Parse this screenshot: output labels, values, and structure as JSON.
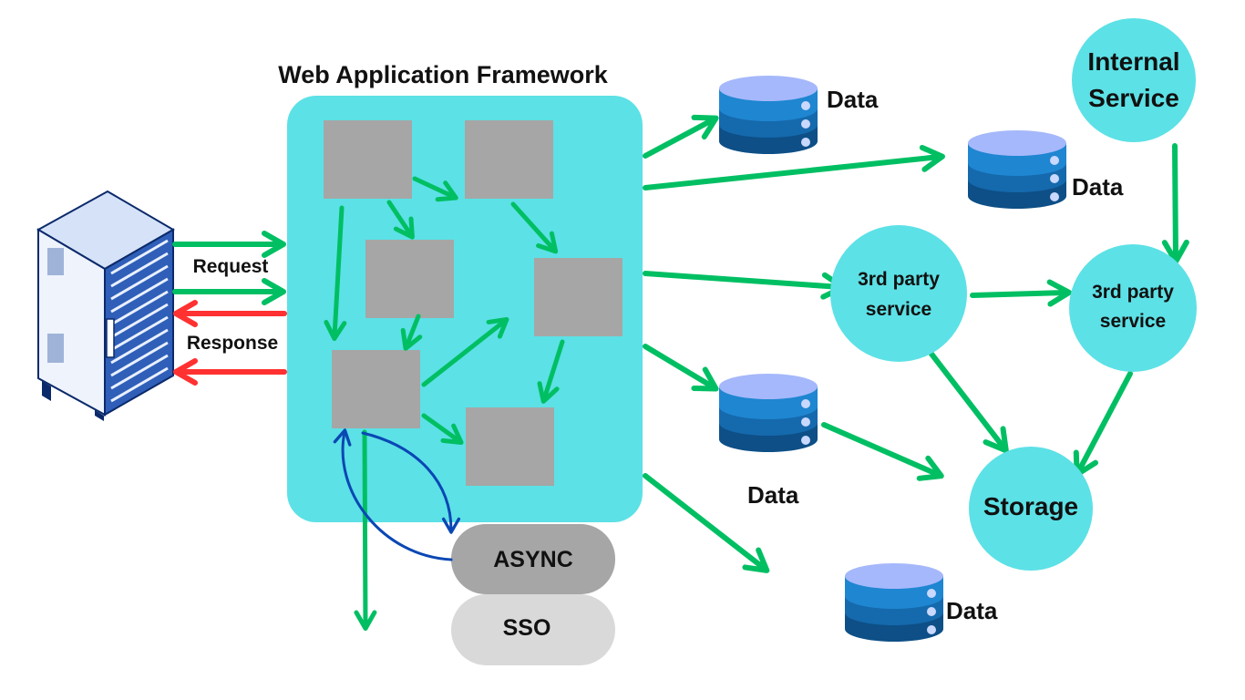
{
  "title": "Web Application Framework",
  "colors": {
    "framework_bg": "#5ce1e6",
    "module_box": "#a6a6a6",
    "arrow_green": "#00bf63",
    "arrow_red": "#ff3131",
    "arrow_blue": "#0a47b4",
    "service_circle": "#5ce1e6",
    "async_pill": "#a6a6a6",
    "sso_pill": "#d9d9d9",
    "db_top": "#a5b8fb",
    "db_mid": "#1f86d1",
    "db_bot": "#0d4f86"
  },
  "client": {
    "request_label": "Request",
    "response_label": "Response",
    "icon": "server-rack-icon"
  },
  "pills": {
    "async": "ASYNC",
    "sso": "SSO"
  },
  "databases": [
    {
      "label": "Data"
    },
    {
      "label": "Data"
    },
    {
      "label": "Data"
    },
    {
      "label": "Data"
    }
  ],
  "services": {
    "internal": [
      "Internal",
      "Service"
    ],
    "third_party_1": [
      "3rd party",
      "service"
    ],
    "third_party_2": [
      "3rd party",
      "service"
    ],
    "storage": "Storage"
  }
}
